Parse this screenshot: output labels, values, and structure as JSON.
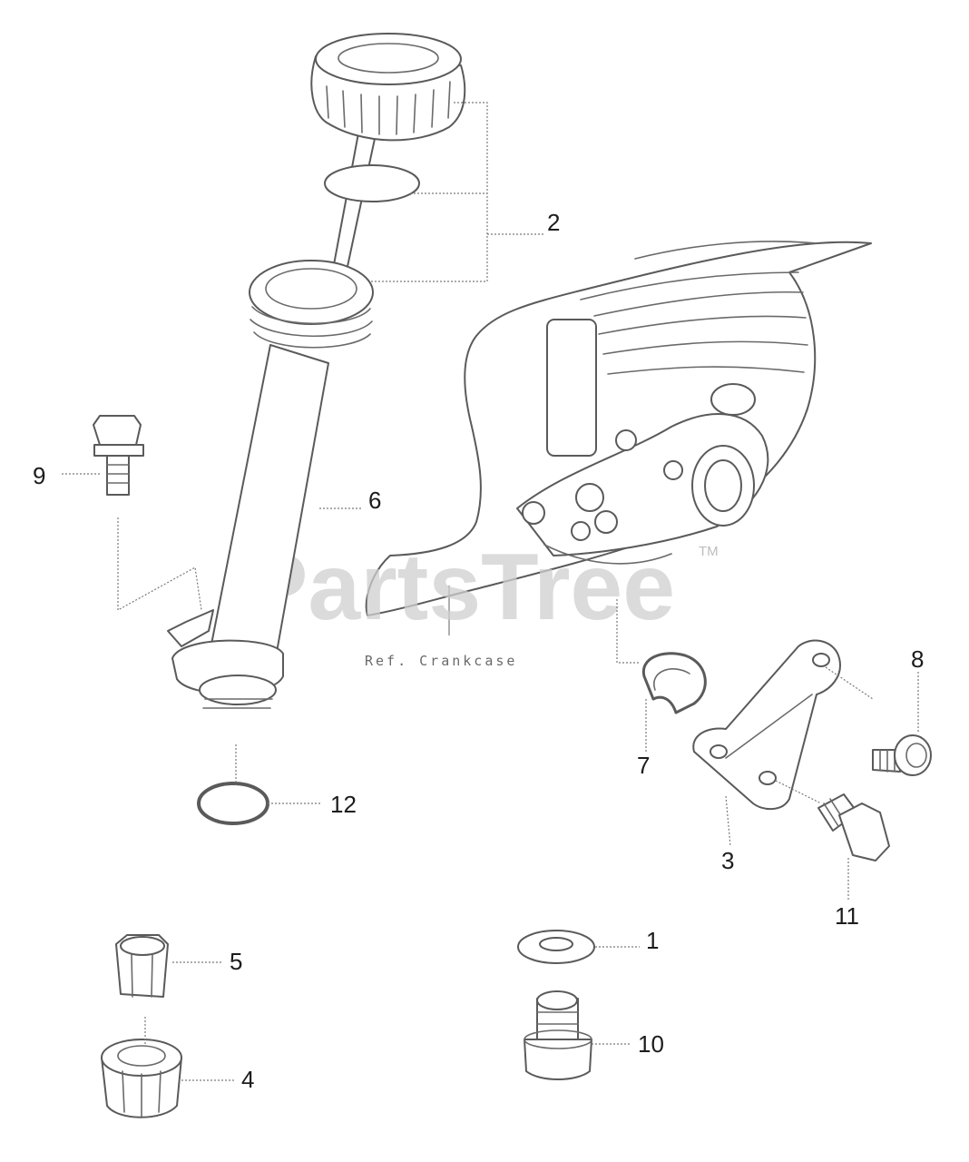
{
  "diagram": {
    "reference_label": "Ref. Crankcase",
    "watermark": {
      "text": "PartsTree",
      "trademark": "TM"
    },
    "callouts": [
      {
        "id": "1",
        "label": "1"
      },
      {
        "id": "2",
        "label": "2"
      },
      {
        "id": "3",
        "label": "3"
      },
      {
        "id": "4",
        "label": "4"
      },
      {
        "id": "5",
        "label": "5"
      },
      {
        "id": "6",
        "label": "6"
      },
      {
        "id": "7",
        "label": "7"
      },
      {
        "id": "8",
        "label": "8"
      },
      {
        "id": "9",
        "label": "9"
      },
      {
        "id": "10",
        "label": "10"
      },
      {
        "id": "11",
        "label": "11"
      },
      {
        "id": "12",
        "label": "12"
      }
    ]
  }
}
